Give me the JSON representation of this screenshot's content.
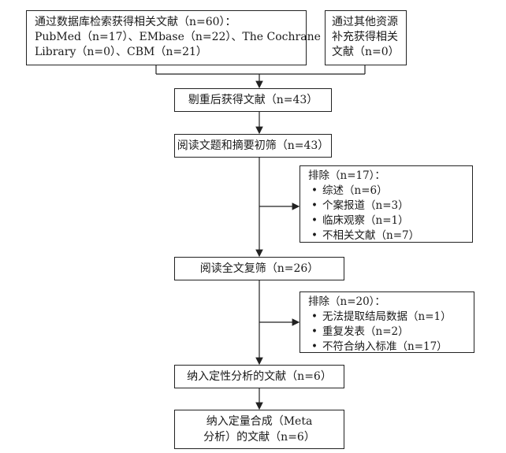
{
  "search_box": {
    "line1": "通过数据库检索获得相关文献（n=60）：",
    "line2": "PubMed（n=17）、EMbase（n=22）、The Cochrane",
    "line3": "Library（n=0）、CBM（n=21）"
  },
  "other_box": {
    "line1": "通过其他资源",
    "line2": "补充获得相关",
    "line3": "文献（n=0）"
  },
  "dedup_box": {
    "text": "剔重后获得文献（n=43）"
  },
  "screen1_box": {
    "text": "阅读文题和摘要初筛（n=43）"
  },
  "exclusion1": {
    "title": "排除（n=17）：",
    "items": [
      "综述（n=6）",
      "个案报道（n=3）",
      "临床观察（n=1）",
      "不相关文献（n=7）"
    ]
  },
  "screen2_box": {
    "text": "阅读全文复筛（n=26）"
  },
  "exclusion2": {
    "title": "排除（n=20）：",
    "items": [
      "无法提取结局数据（n=1）",
      "重复发表（n=2）",
      "不符合纳入标准（n=17）"
    ]
  },
  "qual_box": {
    "text": "纳入定性分析的文献（n=6）"
  },
  "quant_box": {
    "line1": "纳入定量合成（Meta",
    "line2": "分析）的文献（n=6）"
  },
  "bullet_char": "•"
}
